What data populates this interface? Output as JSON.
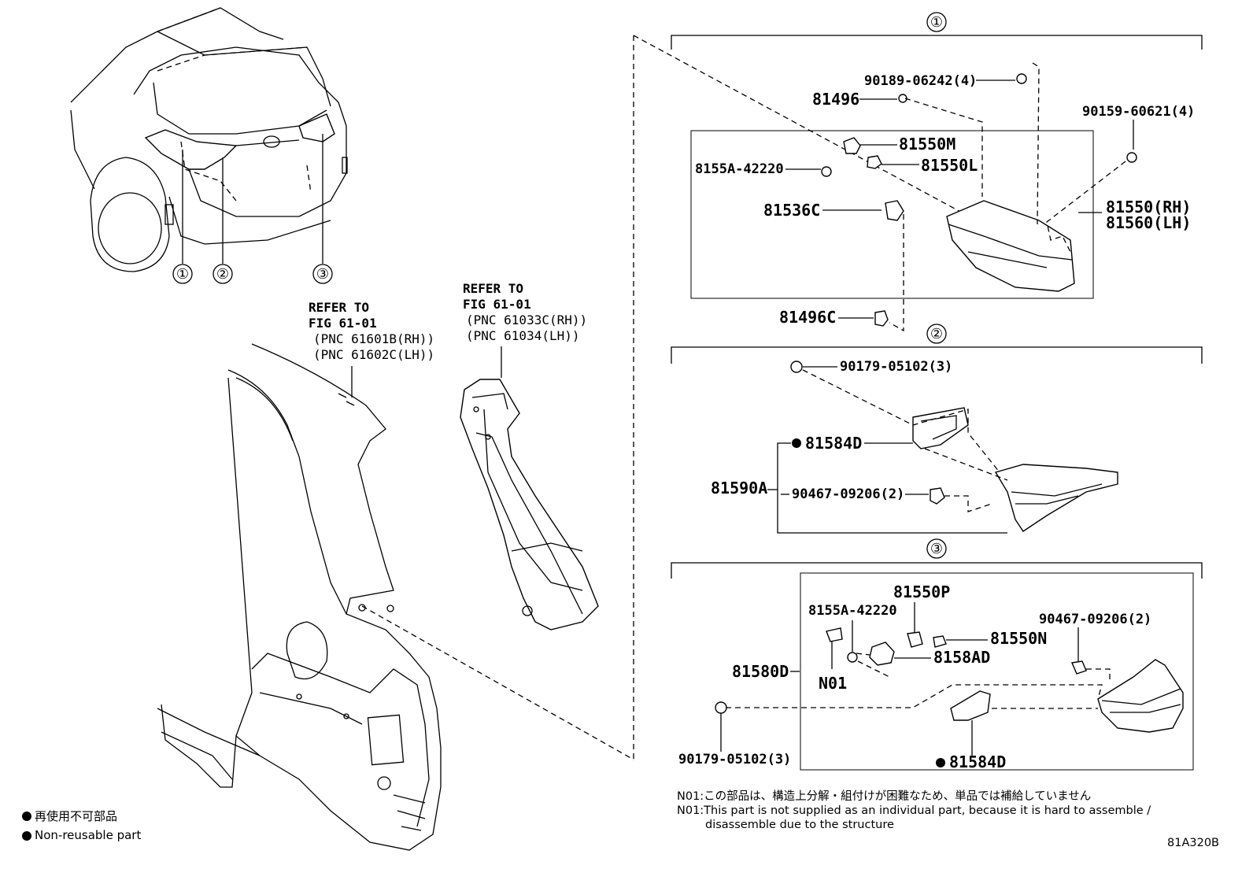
{
  "callouts": {
    "c1": "①",
    "c2": "②",
    "c3": "③"
  },
  "refer_rh": {
    "line1": "REFER TO",
    "line2": "FIG 61-01",
    "line3": "(PNC 61601B(RH))",
    "line4": "(PNC 61602C(LH))"
  },
  "refer_pillar": {
    "line1": "REFER TO",
    "line2": "FIG 61-01",
    "line3": "(PNC 61033C(RH))",
    "line4": "(PNC 61034(LH))"
  },
  "group1": {
    "p_90189": "90189-06242(4)",
    "p_81496": "81496",
    "p_90159": "90159-60621(4)",
    "p_81550M": "81550M",
    "p_81550L": "81550L",
    "p_8155A": "8155A-42220",
    "p_81536C": "81536C",
    "p_81550RH": "81550(RH)",
    "p_81560LH": "81560(LH)",
    "p_81496C": "81496C"
  },
  "group2": {
    "p_90179": "90179-05102(3)",
    "p_81584D": "81584D",
    "p_81590A": "81590A",
    "p_90467": "90467-09206(2)"
  },
  "group3": {
    "p_81550P": "81550P",
    "p_8155A": "8155A-42220",
    "p_90467": "90467-09206(2)",
    "p_81550N": "81550N",
    "p_8158AD": "8158AD",
    "p_81580D": "81580D",
    "p_N01": "N01",
    "p_90179": "90179-05102(3)",
    "p_81584D": "81584D"
  },
  "notes": {
    "jp": "N01:この部品は、構造上分解・組付けが困難なため、単品では補給していません",
    "en1": "N01:This part is not supplied as an individual part, because it is hard to assemble /",
    "en2": "disassemble due to the structure"
  },
  "legend": {
    "jp": "再使用不可部品",
    "en": "Non-reusable part"
  },
  "figure_code": "81A320B"
}
